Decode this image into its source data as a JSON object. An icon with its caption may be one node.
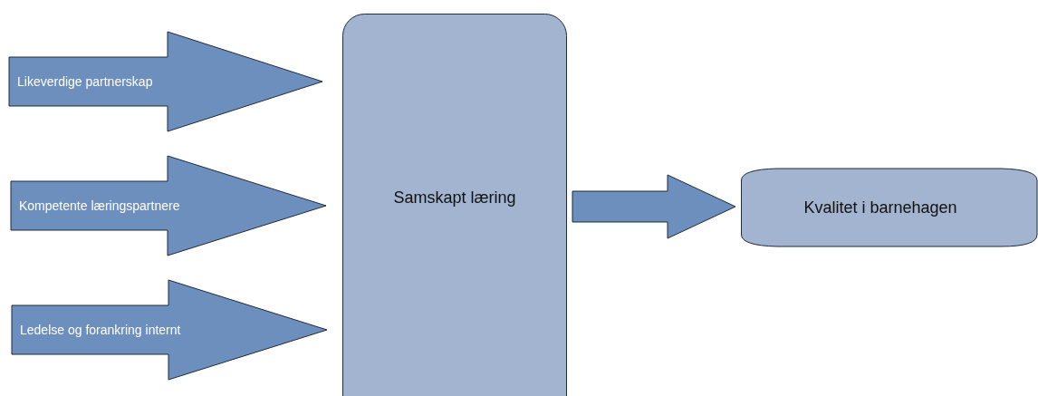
{
  "diagram": {
    "nodes": [
      {
        "text": [
          "Samskapt læring"
        ]
      },
      {
        "text": [
          "Kvalitet i barnehagen"
        ]
      }
    ],
    "edges": [
      {
        "from": null,
        "to": 0,
        "arrow": "to",
        "label": "Likeverdige partnerskap"
      },
      {
        "from": null,
        "to": 0,
        "arrow": "to",
        "label": "Kompetente læringspartnere"
      },
      {
        "from": null,
        "to": 0,
        "arrow": "to",
        "label": "Ledelse og forankring internt"
      },
      {
        "from": 0,
        "to": 1,
        "arrow": "to"
      }
    ]
  }
}
